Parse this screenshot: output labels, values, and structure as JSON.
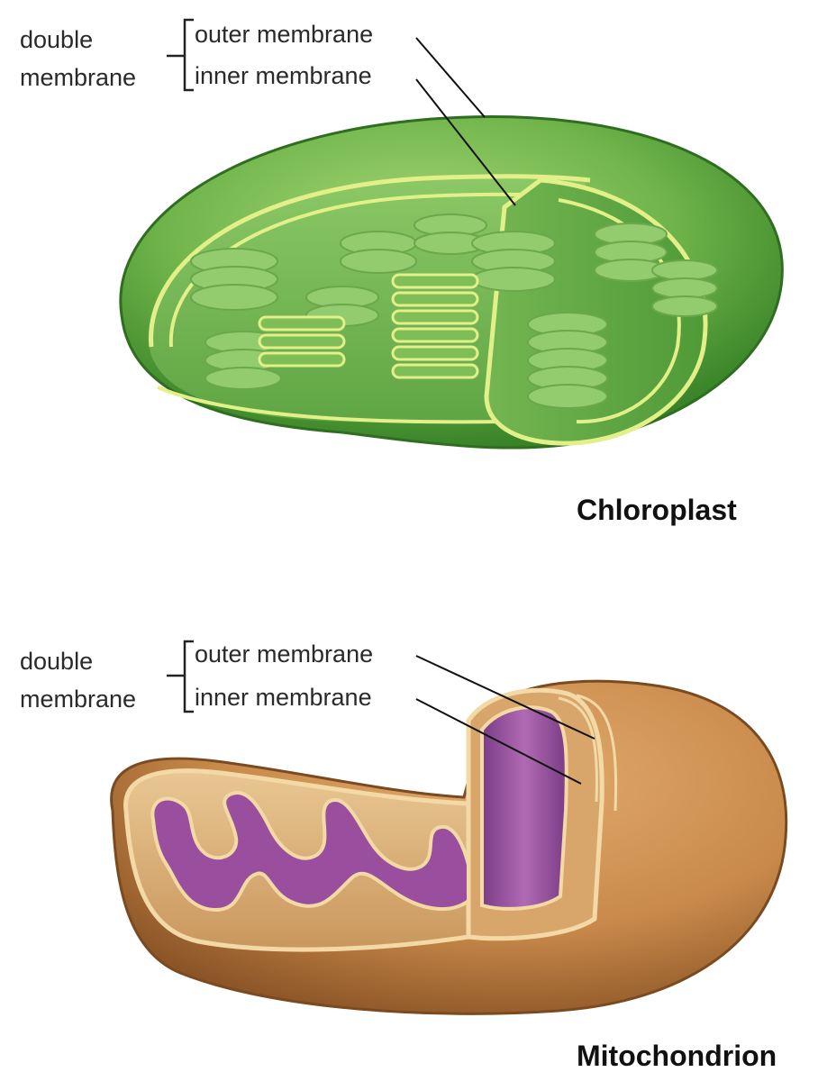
{
  "chloroplast": {
    "title": "Chloroplast",
    "group_label_line1": "double",
    "group_label_line2": "membrane",
    "outer_label": "outer membrane",
    "inner_label": "inner membrane",
    "colors": {
      "body": "#7cc04a",
      "dark": "#3f8a2a",
      "membrane": "#e3f08a",
      "grana": "#9fd27a"
    }
  },
  "mitochondrion": {
    "title": "Mitochondrion",
    "group_label_line1": "double",
    "group_label_line2": "membrane",
    "outer_label": "outer membrane",
    "inner_label": "inner membrane",
    "colors": {
      "body": "#c8894a",
      "dark": "#9a5f2c",
      "membrane": "#f3d9a6",
      "cristae": "#9a4f9e"
    }
  }
}
